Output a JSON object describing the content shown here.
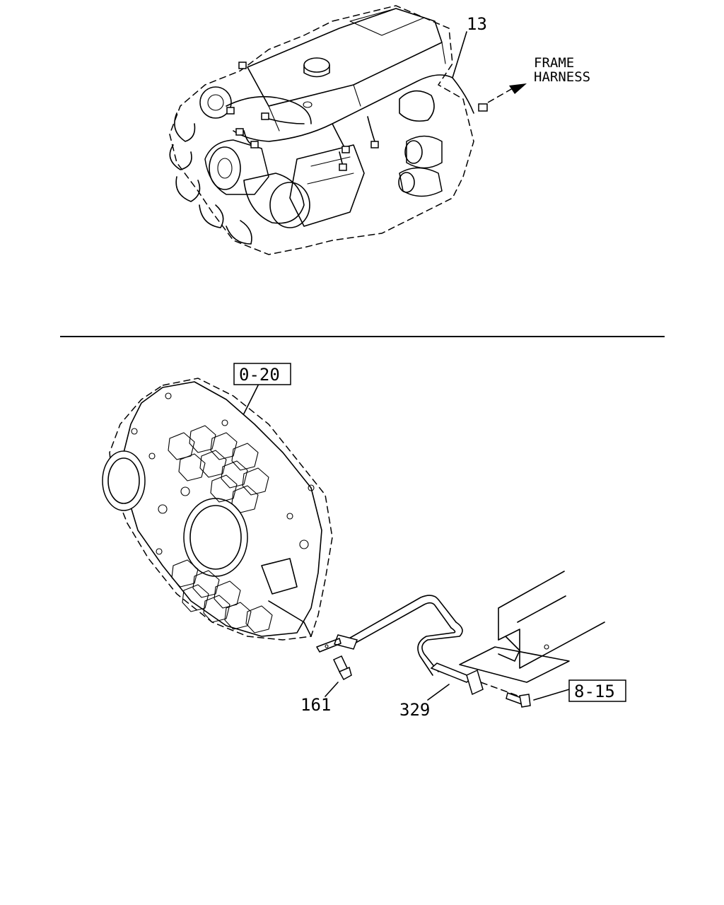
{
  "callouts": {
    "harness_part": "13",
    "frame_harness": [
      "FRAME",
      "HARNESS"
    ],
    "flywheel_housing_ref": "0-20",
    "bolt_part": "161",
    "sensor_cable_part": "329",
    "bracket_bolt_ref": "8-15"
  }
}
